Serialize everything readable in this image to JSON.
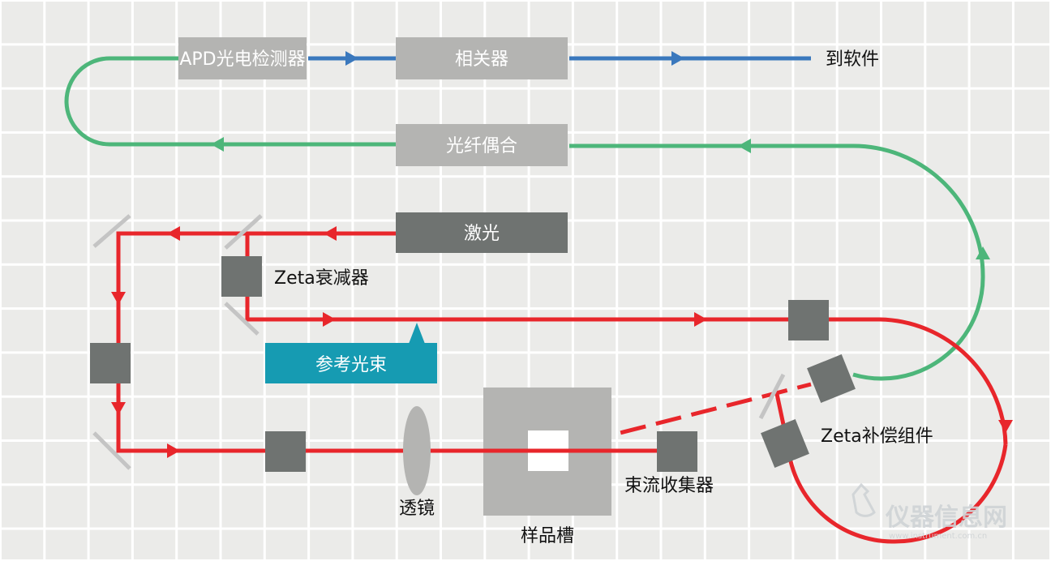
{
  "labels": {
    "apd": "APD光电检测器",
    "correlator": "相关器",
    "to_software": "到软件",
    "fiber_coupling": "光纤偶合",
    "laser": "激光",
    "zeta_attenuator": "Zeta衰减器",
    "reference_beam": "参考光束",
    "lens": "透镜",
    "sample_cell": "样品槽",
    "beam_collector": "束流收集器",
    "zeta_compensator": "Zeta补偿组件"
  },
  "watermark": {
    "title": "仪器信息网",
    "url": "www.instrument.com.cn"
  },
  "colors": {
    "background": "#ffffff",
    "grid_cell": "#ebebe9",
    "box_light": "#b4b4b2",
    "box_dark": "#6f7371",
    "laser_red": "#e8262b",
    "fiber_green": "#4db67a",
    "signal_blue": "#3a78bd",
    "callout_teal": "#169bb2",
    "mirror_gray": "#c4c4c4",
    "sample_outer": "#b4b4b2"
  }
}
